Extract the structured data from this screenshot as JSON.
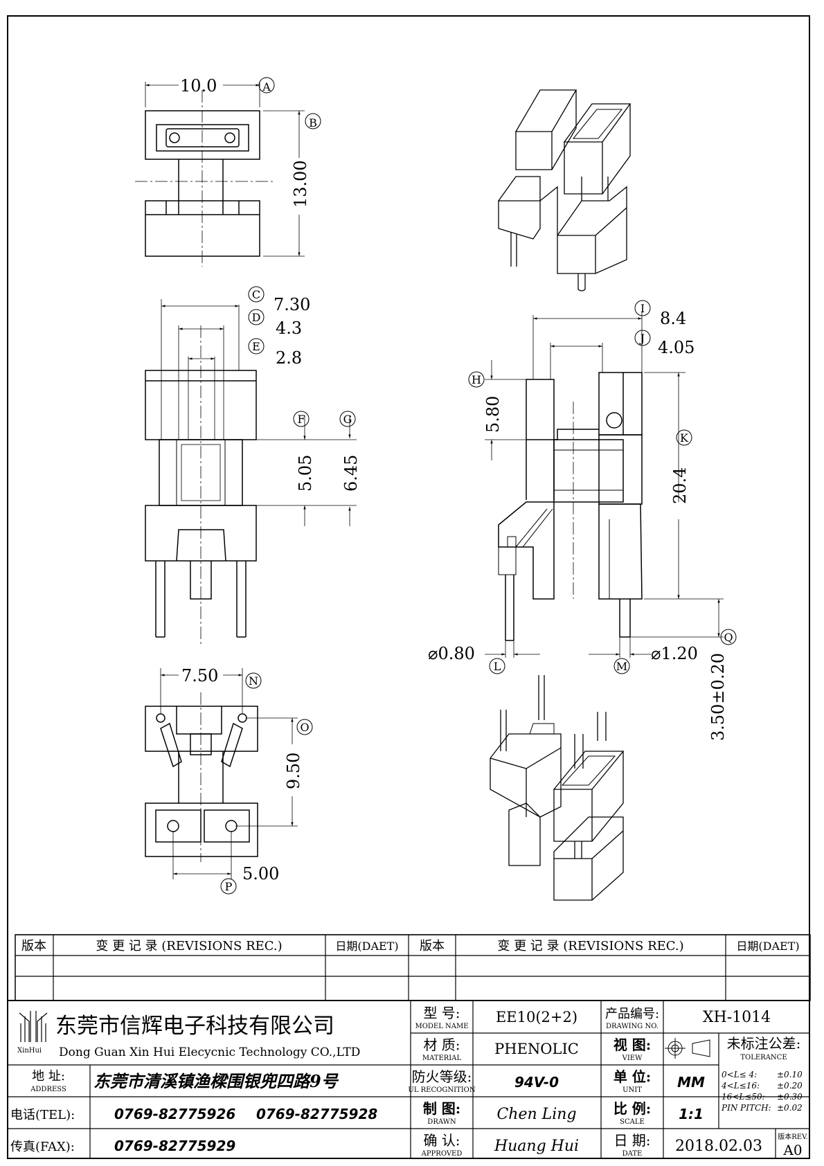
{
  "drawing": {
    "top_view": {
      "width": "10.0",
      "width_id": "A",
      "height": "13.00",
      "height_id": "B"
    },
    "front_view": {
      "c_value": "7.30",
      "c_id": "C",
      "d_value": "4.3",
      "d_id": "D",
      "e_value": "2.8",
      "e_id": "E",
      "f_value": "5.05",
      "f_id": "F",
      "g_value": "6.45",
      "g_id": "G"
    },
    "side_view": {
      "i_value": "8.4",
      "i_id": "I",
      "j_value": "4.05",
      "j_id": "J",
      "h_value": "5.80",
      "h_id": "H",
      "k_value": "20.4",
      "k_id": "K",
      "l_value": "⌀0.80",
      "l_id": "L",
      "m_value": "⌀1.20",
      "m_id": "M",
      "q_value": "3.50±0.20",
      "q_id": "Q"
    },
    "bottom_view": {
      "n_value": "7.50",
      "n_id": "N",
      "o_value": "9.50",
      "o_id": "O",
      "p_value": "5.00",
      "p_id": "P"
    }
  },
  "revisions": {
    "col_version": "版本",
    "col_record": "变 更 记 录 (REVISIONS REC.)",
    "col_date": "日期(DAET)"
  },
  "company": {
    "logo_text": "XinHui",
    "name_cn": "东莞市信辉电子科技有限公司",
    "name_en": "Dong Guan Xin Hui Elecycnic Technology CO.,LTD",
    "address_label": "地 址:",
    "address_label_en": "ADDRESS",
    "address": "东莞市清溪镇渔樑围银兜四路9号",
    "tel_label": "电话(TEL):",
    "tel1": "0769-82775926",
    "tel2": "0769-82775928",
    "fax_label": "传真(FAX):",
    "fax": "0769-82775929"
  },
  "title_block": {
    "model_label": "型 号:",
    "model_label_en": "MODEL NAME",
    "model": "EE10(2+2)",
    "drawing_no_label": "产品编号:",
    "drawing_no_label_en": "DRAWING NO.",
    "drawing_no": "XH-1014",
    "material_label": "材 质:",
    "material_label_en": "MATERIAL",
    "material": "PHENOLIC",
    "view_label": "视 图:",
    "view_label_en": "VIEW",
    "tolerance_label": "未标注公差:",
    "tolerance_label_en": "TOLERANCE",
    "ul_label": "防火等级:",
    "ul_label_en": "UL RECOGNITION",
    "ul": "94V-0",
    "unit_label": "单 位:",
    "unit_label_en": "UNIT",
    "unit": "MM",
    "drawn_label": "制 图:",
    "drawn_label_en": "DRAWN",
    "drawn": "Chen Ling",
    "scale_label": "比 例:",
    "scale_label_en": "SCALE",
    "scale": "1:1",
    "approved_label": "确 认:",
    "approved_label_en": "APPROVED",
    "approved": "Huang Hui",
    "date_label": "日 期:",
    "date_label_en": "DATE",
    "date": "2018.02.03",
    "rev_label": "版本REV.",
    "rev": "A0",
    "tolerances": [
      {
        "range": "0<L≤ 4:",
        "value": "±0.10"
      },
      {
        "range": "4<L≤16:",
        "value": "±0.20"
      },
      {
        "range": "16<L≤50:",
        "value": "±0.30"
      },
      {
        "range": "PIN PITCH:",
        "value": "±0.02"
      }
    ]
  }
}
